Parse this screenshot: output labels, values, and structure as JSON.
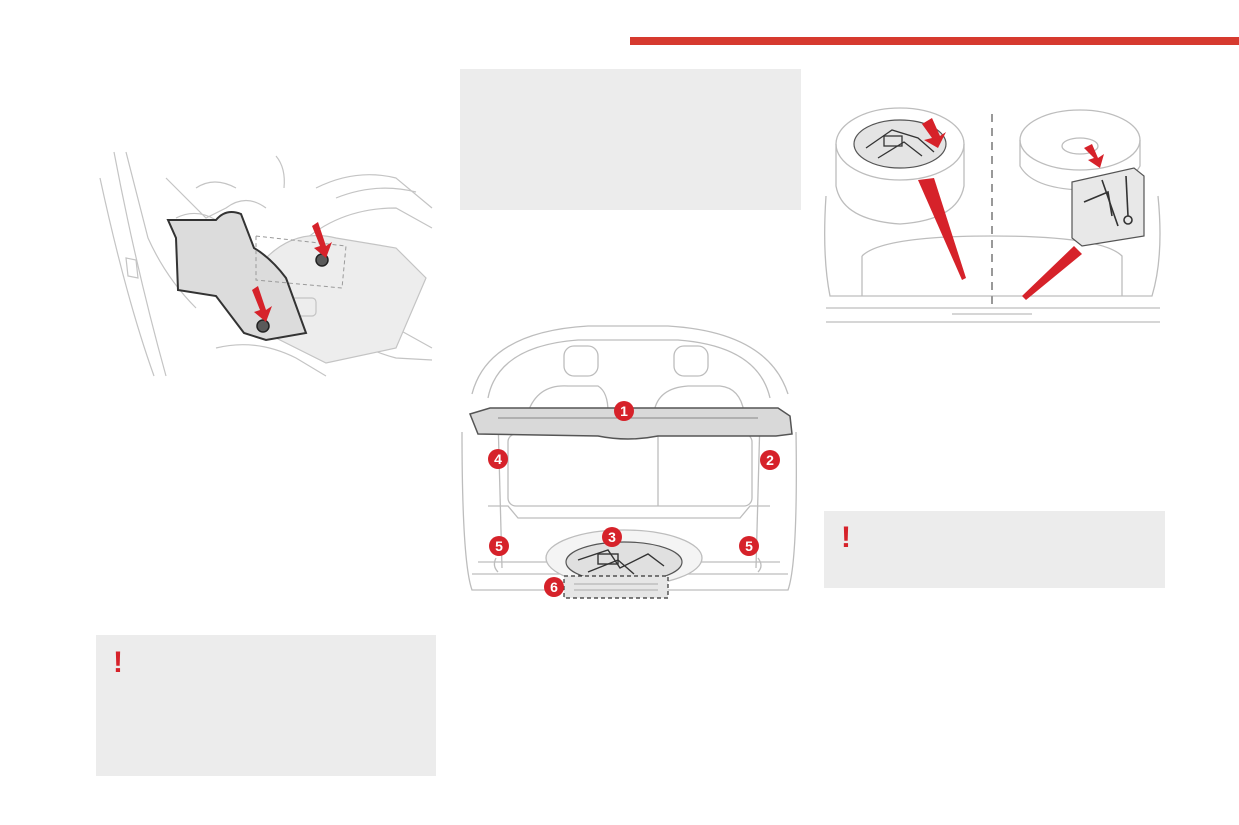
{
  "header": {
    "accent_color": "#d63a2f"
  },
  "colors": {
    "warning_red": "#d6222a",
    "box_gray": "#ececec",
    "line_gray": "#b8b8b8"
  },
  "figures": {
    "floor_mat": {
      "icon": "floor-mat-fixing-illustration"
    },
    "boot": {
      "icon": "boot-layout-illustration",
      "markers": [
        "1",
        "2",
        "3",
        "4",
        "5",
        "5",
        "6"
      ]
    },
    "spare_wheel": {
      "icon": "spare-wheel-tools-illustration"
    }
  },
  "warnings": {
    "left": {
      "icon": "exclamation-icon",
      "symbol": "!"
    },
    "right": {
      "icon": "exclamation-icon",
      "symbol": "!"
    }
  }
}
